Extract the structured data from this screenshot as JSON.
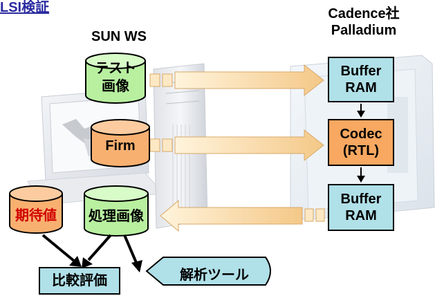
{
  "title": "LSI検証",
  "sun_label": "SUN WS",
  "palladium_label_line1": "Cadence社",
  "palladium_label_line2": "Palladium",
  "test_image_line1": "テスト",
  "test_image_line2": "画像",
  "firm_label": "Firm",
  "expected_label": "期待値",
  "processed_label": "処理画像",
  "buffer_top_line1": "Buffer",
  "buffer_top_line2": "RAM",
  "codec_line1": "Codec",
  "codec_line2": "(RTL)",
  "buffer_bottom_line1": "Buffer",
  "buffer_bottom_line2": "RAM",
  "compare_label": "比較評価",
  "tool_label": "解析ツール",
  "colors": {
    "green": "#b8f0a0",
    "orange": "#f8b070",
    "cyan_box": "#b0e0e8",
    "codec_box": "#f8a860",
    "arrow_fill": "#f8e0b0",
    "title": "#2a2aa0"
  }
}
